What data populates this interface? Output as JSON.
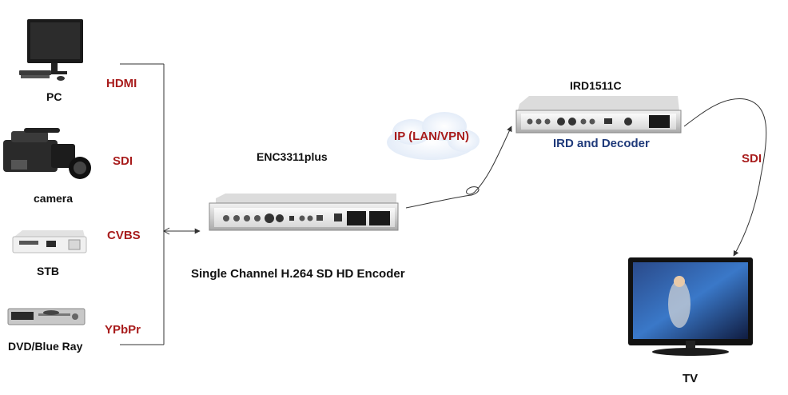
{
  "sources": {
    "pc": "PC",
    "camera": "camera",
    "stb": "STB",
    "dvd": "DVD/Blue Ray"
  },
  "inputs": {
    "hdmi": "HDMI",
    "sdi": "SDI",
    "cvbs": "CVBS",
    "ypbpr": "YPbPr"
  },
  "encoder": {
    "name": "ENC3311plus",
    "description": "Single Channel H.264 SD HD Encoder"
  },
  "network": {
    "label": "IP (LAN/VPN)"
  },
  "decoder": {
    "name": "IRD1511C",
    "description": "IRD and Decoder"
  },
  "output": {
    "interface": "SDI",
    "display": "TV"
  },
  "colors": {
    "interface_label": "#a81c1c",
    "decoder_caption": "#1f3a7a",
    "device_label": "#111111"
  }
}
